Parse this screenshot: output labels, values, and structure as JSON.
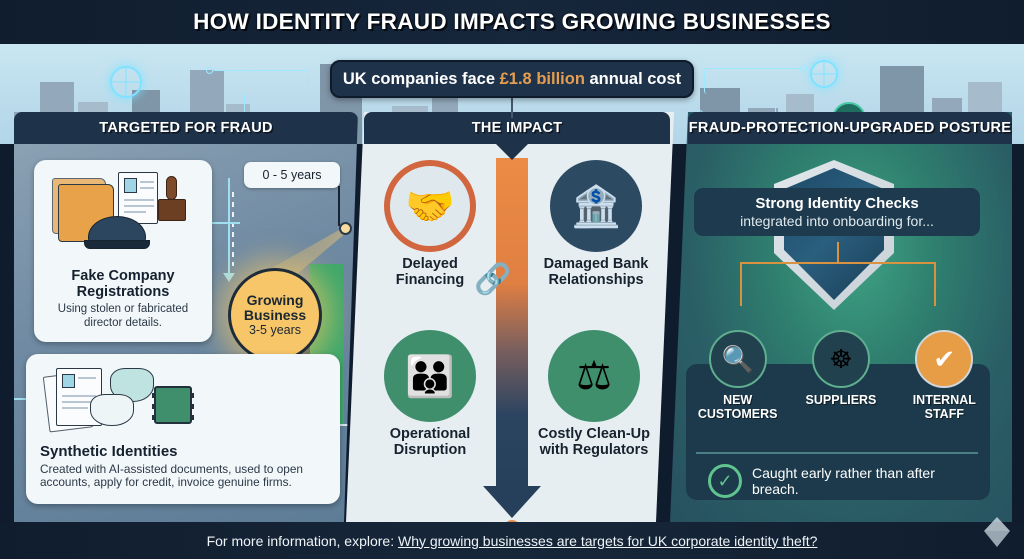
{
  "title": "HOW IDENTITY FRAUD IMPACTS GROWING BUSINESSES",
  "cost_banner": {
    "prefix": "UK companies face ",
    "highlight": "£1.8 billion",
    "suffix": " annual cost",
    "highlight_color": "#e59d50"
  },
  "panels": {
    "left": {
      "heading": "TARGETED FOR FRAUD",
      "cards": [
        {
          "title": "Fake Company Registrations",
          "subtitle": "Using stolen or fabricated director details.",
          "icons": [
            "folder-icon",
            "id-document-icon",
            "police-cap-icon",
            "rubber-stamp-icon"
          ]
        },
        {
          "title": "Synthetic Identities",
          "subtitle": "Created with AI-assisted documents, used to open accounts, apply for credit, invoice genuine firms.",
          "icons": [
            "document-icon",
            "face-mask-icon",
            "microchip-icon"
          ]
        }
      ],
      "chart": {
        "range_label": "0 - 5 years",
        "bubble_title_line1": "Growing",
        "bubble_title_line2": "Business",
        "bubble_sub": "3-5 years",
        "axis_labels": [
          "0",
          "3-5"
        ]
      }
    },
    "middle": {
      "heading": "THE IMPACT",
      "items": [
        {
          "label_line1": "Delayed",
          "label_line2": "Financing",
          "icon": "handshake-blocked-icon"
        },
        {
          "label_line1": "Damaged Bank",
          "label_line2": "Relationships",
          "icon": "bank-icon"
        },
        {
          "label_line1": "Operational",
          "label_line2": "Disruption",
          "icon": "confused-team-icon"
        },
        {
          "label_line1": "Costly Clean-Up",
          "label_line2": "with Regulators",
          "icon": "gavel-documents-icon"
        }
      ],
      "chain_icon": "broken-chain-icon"
    },
    "right": {
      "heading": "FRAUD-PROTECTION-UPGRADED POSTURE",
      "ribbon_title": "Strong Identity Checks",
      "ribbon_sub": "integrated into onboarding for...",
      "targets": [
        {
          "label_line1": "NEW",
          "label_line2": "CUSTOMERS",
          "icon": "magnifier-icon"
        },
        {
          "label_line1": "SUPPLIERS",
          "label_line2": "",
          "icon": "fingerprint-icon"
        },
        {
          "label_line1": "INTERNAL",
          "label_line2": "STAFF",
          "icon": "shield-check-icon"
        }
      ],
      "note": "Caught early rather than after breach.",
      "note_icon": "check-circle-icon"
    }
  },
  "footer": {
    "prefix": "For more information, explore: ",
    "link": "Why growing businesses are targets for UK corporate identity theft?"
  }
}
